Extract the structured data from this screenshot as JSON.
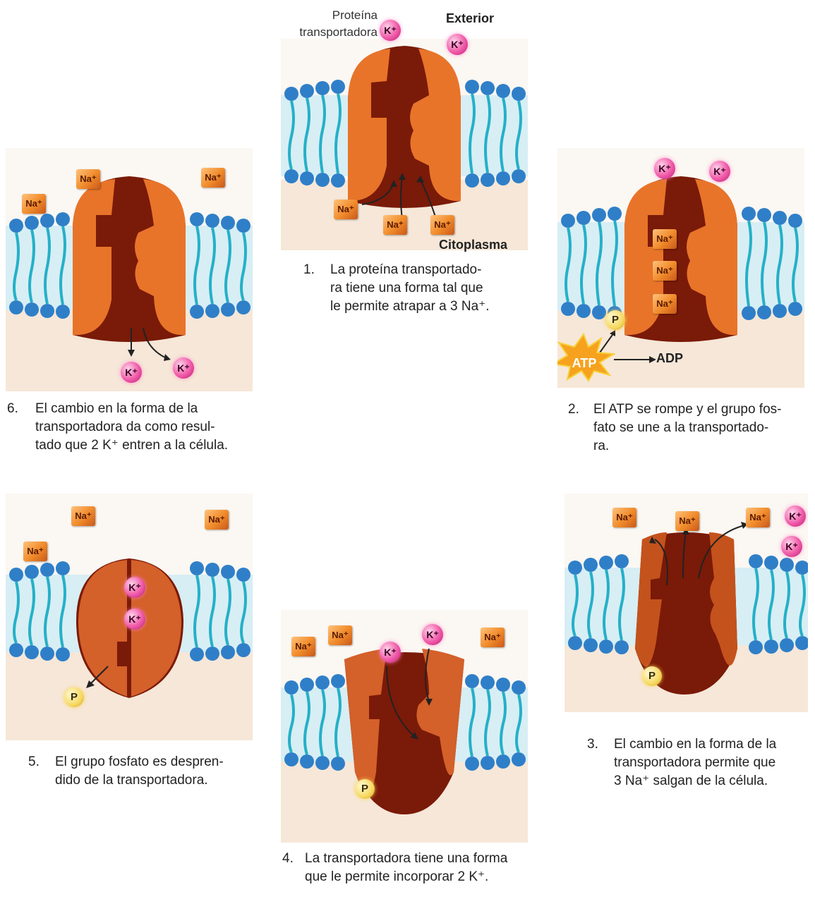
{
  "labels": {
    "protein": [
      "Proteína",
      "transportadora"
    ],
    "exterior": "Exterior",
    "cytoplasm": "Citoplasma",
    "atp": "ATP",
    "adp": "ADP",
    "phosphate": "P",
    "na": "Na⁺",
    "k": "K⁺"
  },
  "steps": [
    {
      "number": "1.",
      "lines": [
        "La proteína transportado-",
        "ra tiene una forma tal que",
        "le permite atrapar a 3 Na⁺."
      ]
    },
    {
      "number": "2.",
      "lines": [
        "El ATP se rompe y el grupo fos-",
        "fato se une a la transportado-",
        "ra."
      ]
    },
    {
      "number": "3.",
      "lines": [
        "El cambio en la forma de la",
        "transportadora permite que",
        "3 Na⁺ salgan de la célula."
      ]
    },
    {
      "number": "4.",
      "lines": [
        "La transportadora tiene una forma",
        "que le permite incorporar 2 K⁺."
      ]
    },
    {
      "number": "5.",
      "lines": [
        "El grupo fosfato es despren-",
        "dido de la transportadora."
      ]
    },
    {
      "number": "6.",
      "lines": [
        "El cambio en la forma de la",
        "transportadora da como resul-",
        "tado que  2 K⁺ entren a la célula."
      ]
    }
  ],
  "colors": {
    "membrane_head": "#2f7fc8",
    "membrane_tail": "#25b0c8",
    "protein_outer": "#e8742a",
    "protein_inner": "#7a1a08",
    "cytoplasm_bg": "#f6e7d8",
    "exterior_bg": "#ffffff"
  }
}
